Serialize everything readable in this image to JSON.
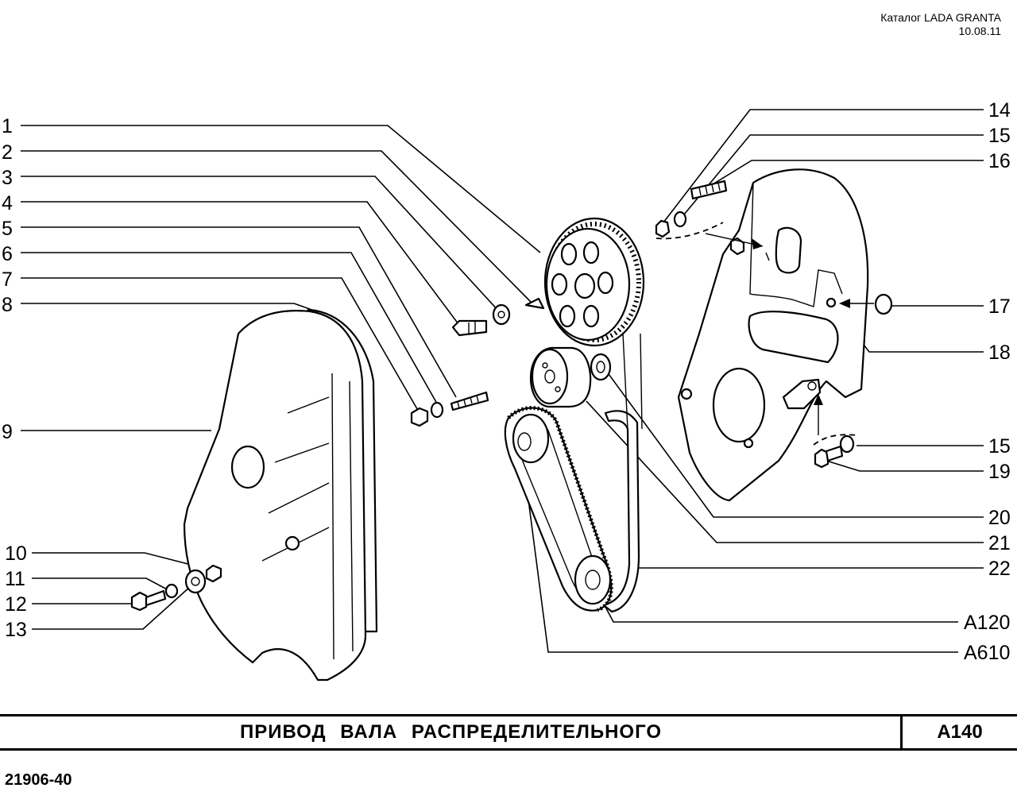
{
  "header": {
    "catalog": "Каталог LADA  GRANTA",
    "date": "10.08.11"
  },
  "callouts": {
    "left": [
      "1",
      "2",
      "3",
      "4",
      "5",
      "6",
      "7",
      "8",
      "9",
      "10",
      "11",
      "12",
      "13"
    ],
    "right": [
      "14",
      "15",
      "16",
      "17",
      "18",
      "15",
      "19",
      "20",
      "21",
      "22",
      "A120",
      "A610"
    ]
  },
  "title": {
    "text": "ПРИВОД   ВАЛА   РАСПРЕДЕЛИТЕЛЬНОГО",
    "code": "A140"
  },
  "footer": {
    "code": "21906-40"
  }
}
